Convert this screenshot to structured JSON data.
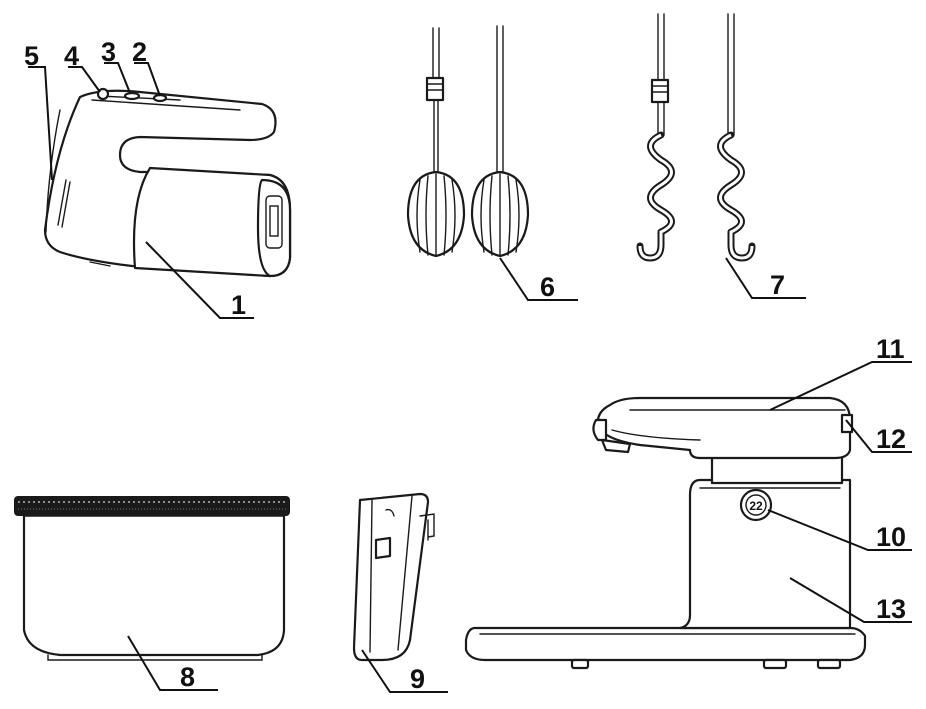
{
  "callouts": [
    {
      "id": "c1",
      "text": "1"
    },
    {
      "id": "c2",
      "text": "2"
    },
    {
      "id": "c3",
      "text": "3"
    },
    {
      "id": "c4",
      "text": "4"
    },
    {
      "id": "c5",
      "text": "5"
    },
    {
      "id": "c6",
      "text": "6"
    },
    {
      "id": "c7",
      "text": "7"
    },
    {
      "id": "c8",
      "text": "8"
    },
    {
      "id": "c9",
      "text": "9"
    },
    {
      "id": "c10",
      "text": "10"
    },
    {
      "id": "c11",
      "text": "11"
    },
    {
      "id": "c12",
      "text": "12"
    },
    {
      "id": "c13",
      "text": "13"
    }
  ],
  "speed_dial_marking": "22",
  "icons": [
    "hand-mixer-icon",
    "beater-icon",
    "dough-hook-icon",
    "mixing-bowl-icon",
    "bowl-clip-icon",
    "stand-base-icon"
  ]
}
